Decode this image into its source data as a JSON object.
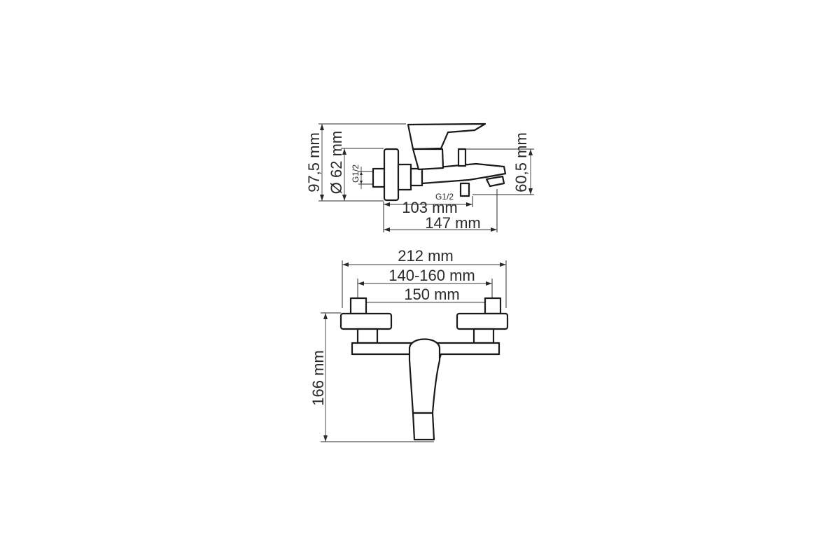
{
  "side_view": {
    "height_total": "97,5 mm",
    "flange_diameter": "Ø 62 mm",
    "inlet_thread": "G1/2",
    "spout_height": "60,5 mm",
    "outlet_thread": "G1/2",
    "spout_reach_short": "103 mm",
    "spout_reach_long": "147 mm"
  },
  "front_view": {
    "overall_width": "212 mm",
    "center_range": "140-160 mm",
    "center_distance": "150 mm",
    "overall_height": "166 mm"
  }
}
